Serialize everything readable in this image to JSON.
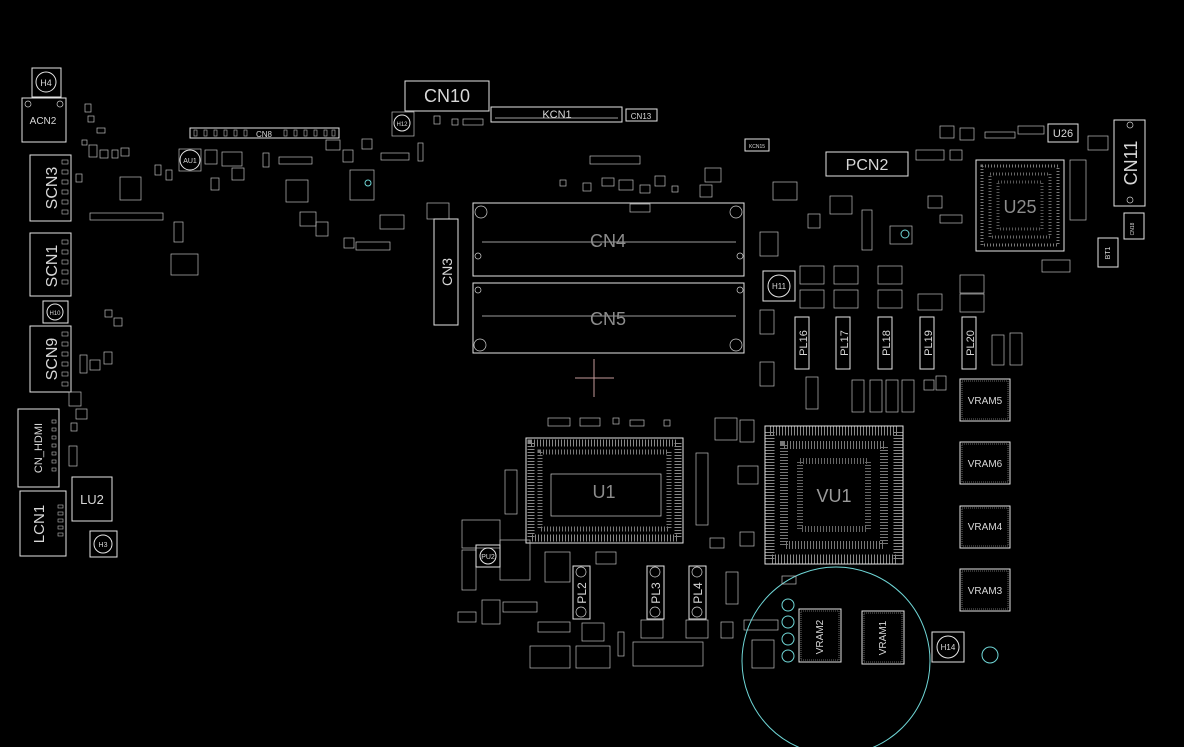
{
  "colors": {
    "background": "#000000",
    "silkscreen": "#e4e4e4",
    "text": "#d8d8d8",
    "cyan_outline": "#6fd6d6",
    "cursor_crosshair": "#c49a9a"
  },
  "labels": {
    "cn10": "CN10",
    "kcn1": "KCN1",
    "cn13": "CN13",
    "cn8": "CN8",
    "cn11": "CN11",
    "u26": "U26",
    "pcn2": "PCN2",
    "u25": "U25",
    "cn4": "CN4",
    "cn5": "CN5",
    "cn3": "CN3",
    "h4": "H4",
    "acn2": "ACN2",
    "scn3": "SCN3",
    "scn1": "SCN1",
    "scn9": "SCN9",
    "cn_hdmi": "CN_HDMI",
    "lcn1": "LCN1",
    "lu2": "LU2",
    "h3": "H3",
    "au1": "AU1",
    "u1": "U1",
    "vu1": "VU1",
    "vram5": "VRAM5",
    "vram6": "VRAM6",
    "vram4": "VRAM4",
    "vram3": "VRAM3",
    "vram2": "VRAM2",
    "vram1": "VRAM1",
    "h14": "H14",
    "h12": "H12",
    "h11": "H11",
    "h10": "H10",
    "pl2": "PL2",
    "pl3": "PL3",
    "pl4": "PL4",
    "pl16": "PL16",
    "pl17": "PL17",
    "pl18": "PL18",
    "pl19": "PL19",
    "pl20": "PL20",
    "pu2": "PU2",
    "kcn15": "KCN15",
    "bt1": "BT1",
    "cn18": "CN18"
  }
}
